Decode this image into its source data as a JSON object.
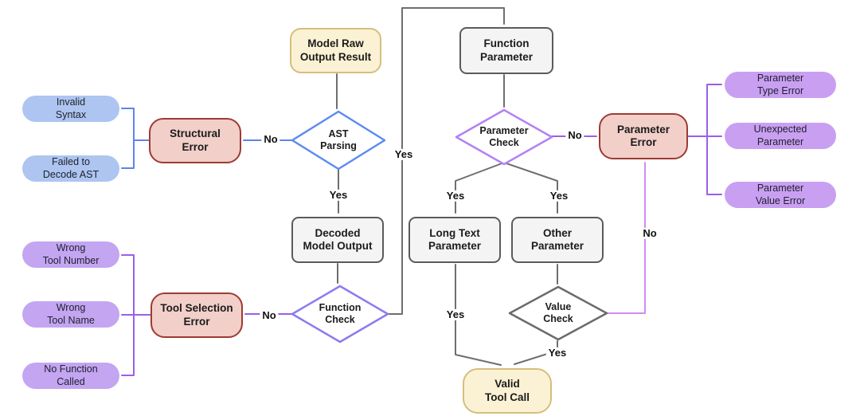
{
  "palette": {
    "line-gray": "#6e6e6e",
    "line-blue": "#5c85e8",
    "line-purple": "#9a5fe6",
    "line-orchid": "#cf8df5",
    "diamond-blue": "#5c8bf0",
    "diamond-violet": "#8a7cf0",
    "diamond-purple": "#b382f2",
    "diamond-gray": "#6b6b6b",
    "pill-blue": "#adc5f0",
    "pill-purple": "#c3a5f2",
    "pill-purple-right": "#c99ff2",
    "error-fill": "#f2cfc9",
    "error-border": "#9e3b33",
    "yellow-fill": "#fbf2d5",
    "yellow-border": "#d6be7b",
    "gray-fill": "#f4f4f4",
    "gray-border": "#5b5b5b",
    "text": "#1b1b1b"
  },
  "nodes": {
    "model_raw": {
      "label": "Model Raw\nOutput Result"
    },
    "ast_parsing": {
      "label": "AST\nParsing"
    },
    "structural_error": {
      "label": "Structural\nError"
    },
    "invalid_syntax": {
      "label": "Invalid\nSyntax"
    },
    "failed_decode": {
      "label": "Failed to\nDecode AST"
    },
    "decoded_output": {
      "label": "Decoded\nModel Output"
    },
    "function_check": {
      "label": "Function\nCheck"
    },
    "tool_selection_error": {
      "label": "Tool Selection\nError"
    },
    "wrong_tool_number": {
      "label": "Wrong\nTool Number"
    },
    "wrong_tool_name": {
      "label": "Wrong\nTool Name"
    },
    "no_function_called": {
      "label": "No Function\nCalled"
    },
    "function_parameter": {
      "label": "Function\nParameter"
    },
    "parameter_check": {
      "label": "Parameter\nCheck"
    },
    "parameter_error": {
      "label": "Parameter\nError"
    },
    "parameter_type_error": {
      "label": "Parameter\nType Error"
    },
    "unexpected_parameter": {
      "label": "Unexpected\nParameter"
    },
    "parameter_value_error": {
      "label": "Parameter\nValue Error"
    },
    "long_text_parameter": {
      "label": "Long Text\nParameter"
    },
    "other_parameter": {
      "label": "Other\nParameter"
    },
    "value_check": {
      "label": "Value\nCheck"
    },
    "valid_tool_call": {
      "label": "Valid\nTool Call"
    }
  },
  "edge_labels": [
    {
      "text": "No"
    },
    {
      "text": "Yes"
    },
    {
      "text": "No"
    },
    {
      "text": "Yes"
    },
    {
      "text": "No"
    },
    {
      "text": "Yes"
    },
    {
      "text": "Yes"
    },
    {
      "text": "Yes"
    },
    {
      "text": "Yes"
    },
    {
      "text": "No"
    }
  ]
}
